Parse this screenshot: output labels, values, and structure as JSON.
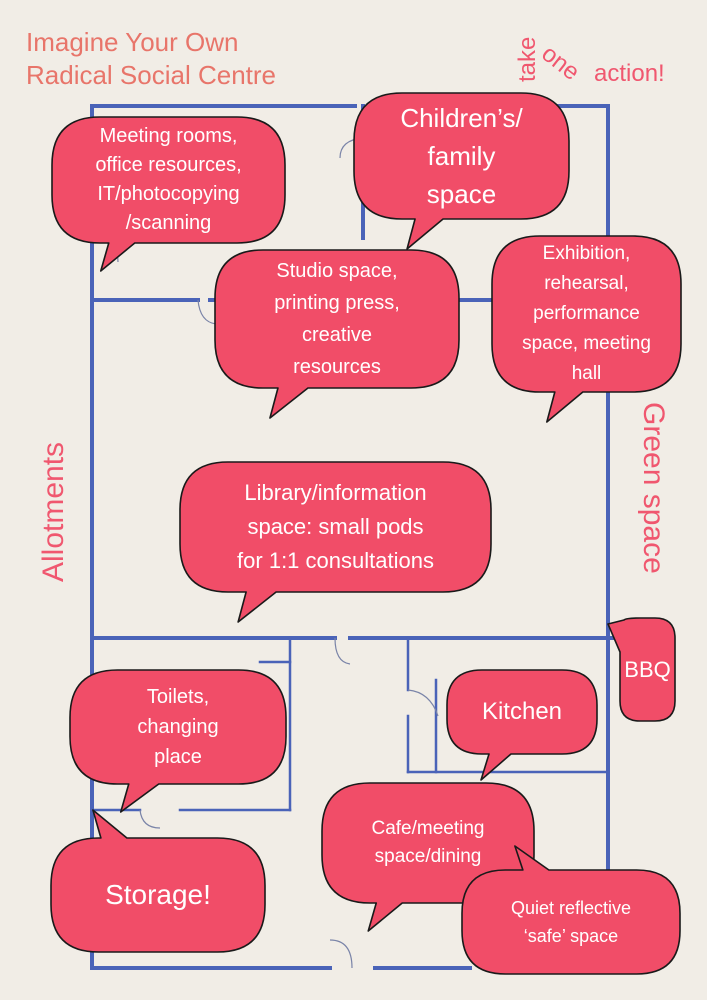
{
  "colors": {
    "background": "#f1ede6",
    "bubble_fill": "#f14d68",
    "bubble_outline": "#1a1a1a",
    "walls": "#4a63b8",
    "door": "#7a84a8",
    "title_text": "#e8756a",
    "label_text": "#f0576f"
  },
  "header": {
    "title_line1": "Imagine Your Own",
    "title_line2": "Radical Social Centre"
  },
  "corner": {
    "take": "take",
    "one": "one",
    "action": "action!"
  },
  "sides": {
    "left": "Allotments",
    "right": "Green space"
  },
  "bubbles": {
    "meeting": "Meeting rooms,\noffice resources,\nIT/photocopying\n/scanning",
    "children": "Children’s/\nfamily\nspace",
    "studio": "Studio space,\nprinting press,\ncreative\nresources",
    "exhibition": "Exhibition,\nrehearsal,\nperformance\nspace, meeting\nhall",
    "library": "Library/information\nspace: small pods\nfor 1:1 consultations",
    "bbq": "BBQ",
    "toilets": "Toilets,\nchanging\nplace",
    "kitchen": "Kitchen",
    "cafe": "Cafe/meeting\nspace/dining",
    "storage": "Storage!",
    "quiet": "Quiet reflective\n‘safe’ space"
  }
}
